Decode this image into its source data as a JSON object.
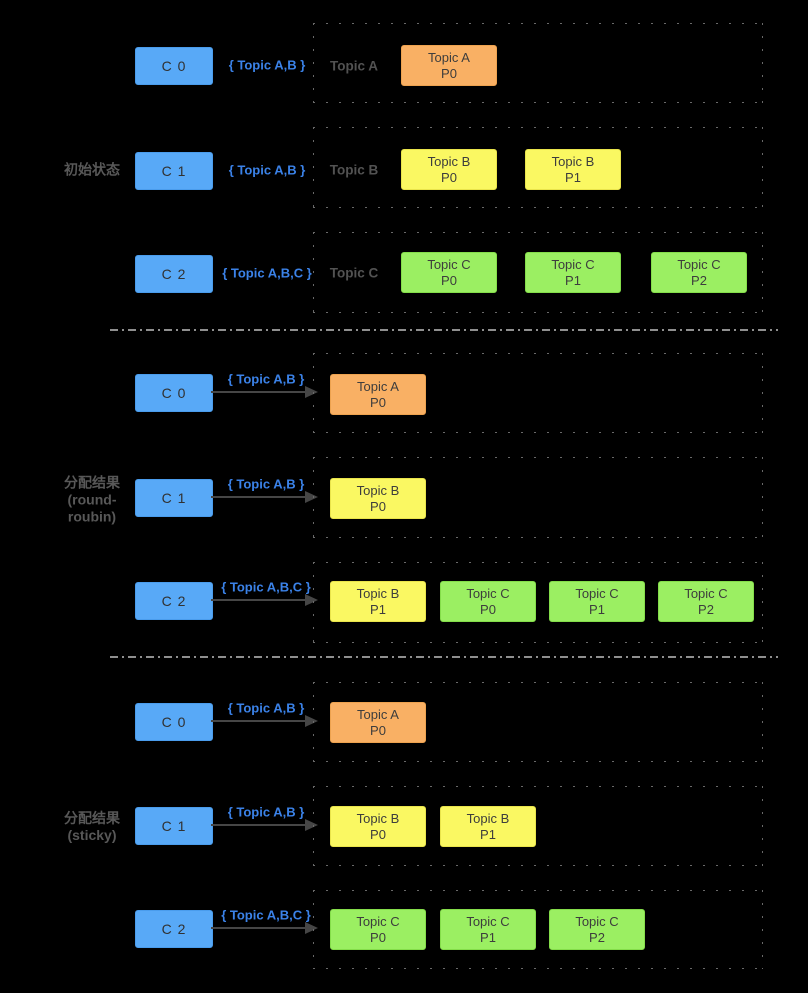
{
  "colors": {
    "background": "#000000",
    "consumer_box": "#58a9f7",
    "topic_a_box": "#f9b064",
    "topic_b_box": "#faf862",
    "topic_c_box": "#9bef62",
    "subscription_text": "#3b82e8",
    "muted_text": "#585858",
    "divider": "#8f8f8f"
  },
  "sections": [
    {
      "label": "初始状态",
      "consumers": [
        {
          "id": "C 0",
          "subscription": "{ Topic A,B }"
        },
        {
          "id": "C 1",
          "subscription": "{ Topic A,B }"
        },
        {
          "id": "C 2",
          "subscription": "{ Topic A,B,C }"
        }
      ],
      "topics": [
        {
          "label": "Topic A",
          "partitions": [
            {
              "topic": "Topic A",
              "part": "P0"
            }
          ]
        },
        {
          "label": "Topic B",
          "partitions": [
            {
              "topic": "Topic B",
              "part": "P0"
            },
            {
              "topic": "Topic B",
              "part": "P1"
            }
          ]
        },
        {
          "label": "Topic C",
          "partitions": [
            {
              "topic": "Topic C",
              "part": "P0"
            },
            {
              "topic": "Topic C",
              "part": "P1"
            },
            {
              "topic": "Topic C",
              "part": "P2"
            }
          ]
        }
      ]
    },
    {
      "label_lines": [
        "分配结果",
        "(round-",
        "roubin)"
      ],
      "rows": [
        {
          "consumer": "C 0",
          "subscription": "{ Topic A,B }",
          "assigned": [
            {
              "topic": "Topic A",
              "part": "P0"
            }
          ]
        },
        {
          "consumer": "C 1",
          "subscription": "{ Topic A,B }",
          "assigned": [
            {
              "topic": "Topic B",
              "part": "P0"
            }
          ]
        },
        {
          "consumer": "C 2",
          "subscription": "{ Topic A,B,C }",
          "assigned": [
            {
              "topic": "Topic B",
              "part": "P1"
            },
            {
              "topic": "Topic C",
              "part": "P0"
            },
            {
              "topic": "Topic C",
              "part": "P1"
            },
            {
              "topic": "Topic C",
              "part": "P2"
            }
          ]
        }
      ]
    },
    {
      "label_lines": [
        "分配结果",
        "(sticky)"
      ],
      "rows": [
        {
          "consumer": "C 0",
          "subscription": "{ Topic A,B }",
          "assigned": [
            {
              "topic": "Topic A",
              "part": "P0"
            }
          ]
        },
        {
          "consumer": "C 1",
          "subscription": "{ Topic A,B }",
          "assigned": [
            {
              "topic": "Topic B",
              "part": "P0"
            },
            {
              "topic": "Topic B",
              "part": "P1"
            }
          ]
        },
        {
          "consumer": "C 2",
          "subscription": "{ Topic A,B,C }",
          "assigned": [
            {
              "topic": "Topic C",
              "part": "P0"
            },
            {
              "topic": "Topic C",
              "part": "P1"
            },
            {
              "topic": "Topic C",
              "part": "P2"
            }
          ]
        }
      ]
    }
  ]
}
